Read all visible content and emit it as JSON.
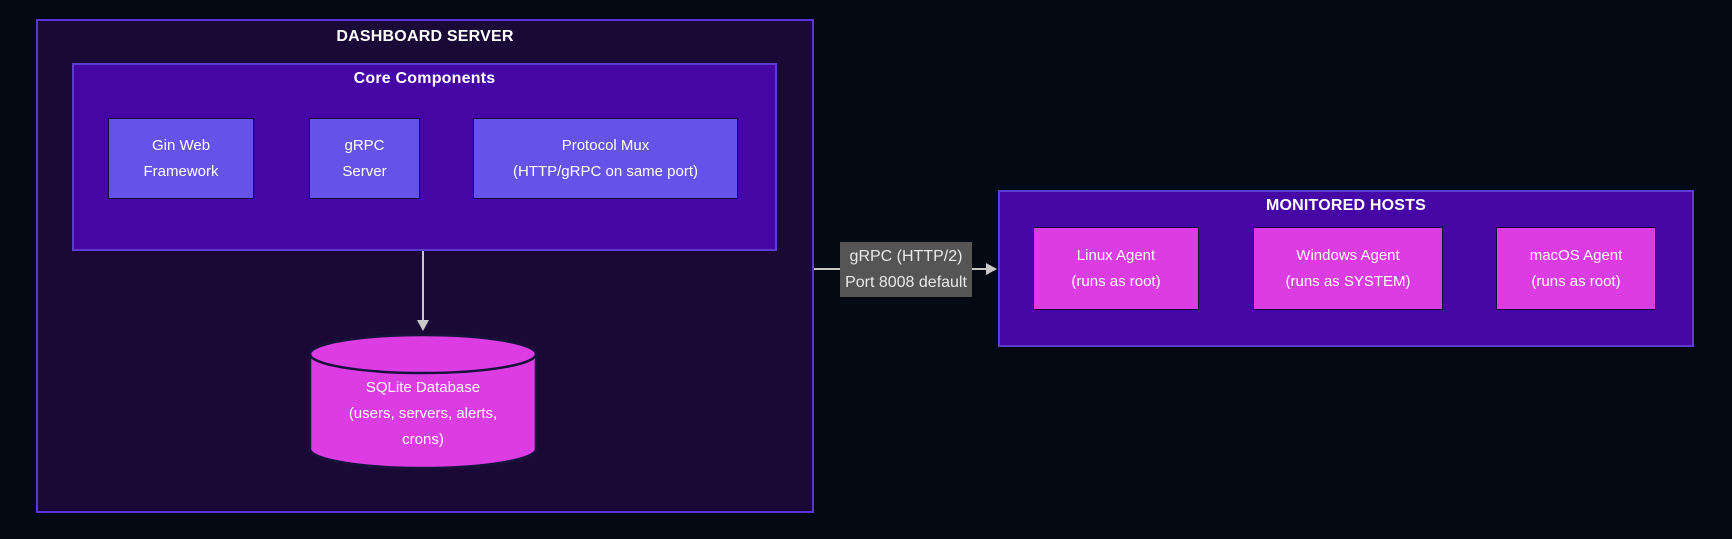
{
  "colors": {
    "page_bg": "#030a14",
    "outer_fill": "#1a0836",
    "outer_border": "#5a34d6",
    "container_fill": "#4606a6",
    "container_border": "#5a3cd0",
    "node_fill": "#6553e8",
    "node_border": "#140f3c",
    "accent_fill": "#db3de3",
    "accent_stroke": "#17123a",
    "edge_line": "#c9c9c9",
    "edge_label_bg": "#555555",
    "edge_label_text": "#e9e9e9",
    "text": "#ffffff"
  },
  "dashboard": {
    "title": "DASHBOARD SERVER",
    "core": {
      "title": "Core Components",
      "nodes": [
        {
          "line1": "Gin Web",
          "line2": "Framework"
        },
        {
          "line1": "gRPC",
          "line2": "Server"
        },
        {
          "line1": "Protocol Mux",
          "line2": "(HTTP/gRPC on same port)"
        }
      ]
    },
    "database": {
      "line1": "SQLite Database",
      "line2": "(users, servers, alerts,",
      "line3": "crons)"
    }
  },
  "edge": {
    "label_line1": "gRPC (HTTP/2)",
    "label_line2": "Port 8008 default"
  },
  "monitored_hosts": {
    "title": "MONITORED HOSTS",
    "agents": [
      {
        "line1": "Linux Agent",
        "line2": "(runs as root)"
      },
      {
        "line1": "Windows Agent",
        "line2": "(runs as SYSTEM)"
      },
      {
        "line1": "macOS Agent",
        "line2": "(runs as root)"
      }
    ]
  }
}
